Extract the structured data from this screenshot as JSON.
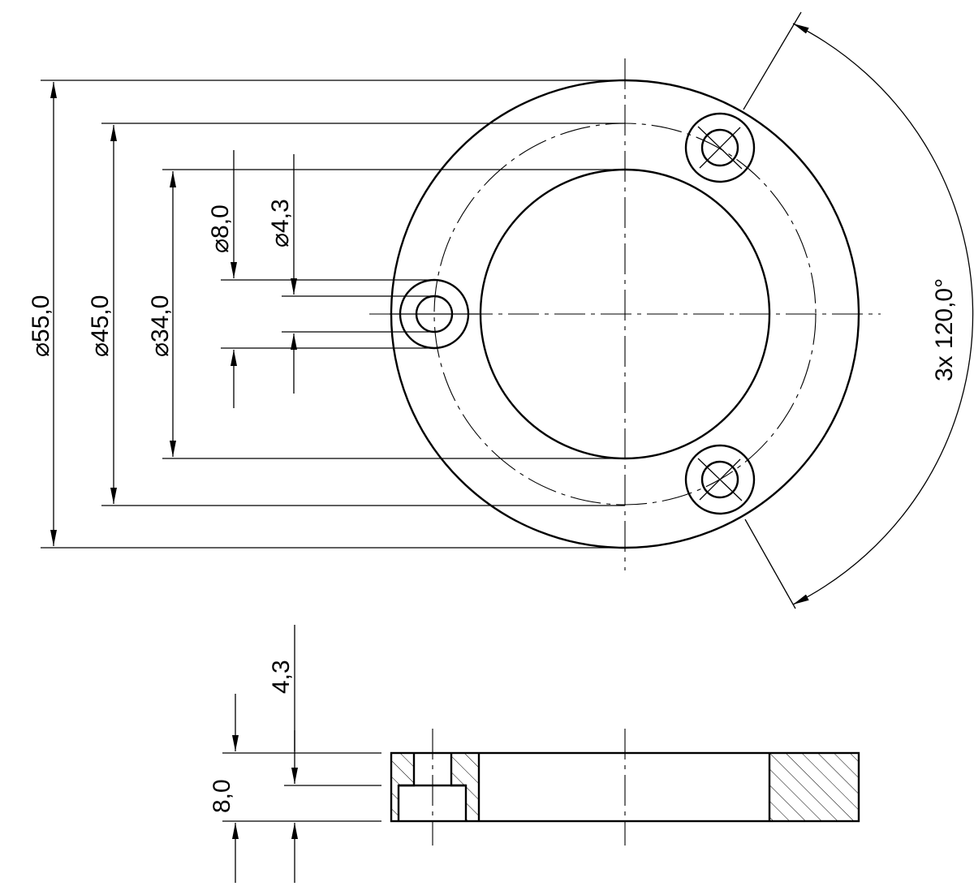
{
  "drawing": {
    "dimensions": {
      "outer_diameter": "55,0",
      "bolt_circle_diameter": "45,0",
      "inner_diameter": "34,0",
      "counterbore_diameter": "8,0",
      "hole_diameter": "4,3",
      "angle_spacing": "3x 120,0°",
      "thickness": "8,0",
      "counterbore_depth": "4,3"
    },
    "diameter_symbol": "⌀"
  }
}
